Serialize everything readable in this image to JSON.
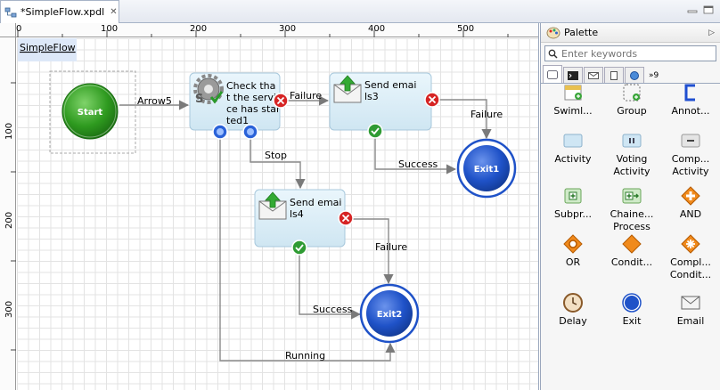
{
  "tabbar": {
    "file_tab_label": "*SimpleFlow.xpdl",
    "close_glyph": "✕"
  },
  "rulers": {
    "h_ticks": [
      "0",
      "100",
      "200",
      "300",
      "400",
      "500"
    ],
    "v_ticks": [
      "100",
      "200",
      "300"
    ]
  },
  "diagram": {
    "pool_label": "SimpleFlow",
    "start_label": "Start",
    "check_label_lines": [
      "Check tha",
      "t the servi",
      "ce has star",
      "ted1"
    ],
    "send3_label_lines": [
      "Send emai",
      "ls3"
    ],
    "send4_label_lines": [
      "Send emai",
      "ls4"
    ],
    "exit1_label": "Exit1",
    "exit2_label": "Exit2",
    "edges": {
      "arrow5": "Arrow5",
      "failure_check": "Failure",
      "failure_send3": "Failure",
      "success_send3": "Success",
      "stop": "Stop",
      "failure_send4": "Failure",
      "success_send4": "Success",
      "running": "Running"
    }
  },
  "palette": {
    "title": "Palette",
    "search_placeholder": "Enter keywords",
    "more_tabs": "»9",
    "items": [
      {
        "label": "Swiml...",
        "icon": "swimlane-icon"
      },
      {
        "label": "Group",
        "icon": "group-icon"
      },
      {
        "label": "Annot...",
        "icon": "annotation-icon"
      },
      {
        "label": "Activity",
        "icon": "activity-icon"
      },
      {
        "label": "Voting Activity",
        "icon": "voting-activity-icon"
      },
      {
        "label": "Comp... Activity",
        "icon": "compensation-activity-icon"
      },
      {
        "label": "Subpr...",
        "icon": "subprocess-icon"
      },
      {
        "label": "Chaine... Process",
        "icon": "chained-process-icon"
      },
      {
        "label": "AND",
        "icon": "and-gateway-icon"
      },
      {
        "label": "OR",
        "icon": "or-gateway-icon"
      },
      {
        "label": "Condit...",
        "icon": "conditional-gateway-icon"
      },
      {
        "label": "Compl... Condit...",
        "icon": "complex-conditional-icon"
      },
      {
        "label": "Delay",
        "icon": "delay-icon"
      },
      {
        "label": "Exit",
        "icon": "exit-icon"
      },
      {
        "label": "Email",
        "icon": "email-icon"
      }
    ]
  },
  "colors": {
    "start_green": "#2e9a1f",
    "exit_blue": "#1f52c8",
    "task_fill": "#d7ecf6",
    "connector": "#8a8a8a",
    "error_red": "#d62424",
    "success_green": "#2f9b33"
  }
}
